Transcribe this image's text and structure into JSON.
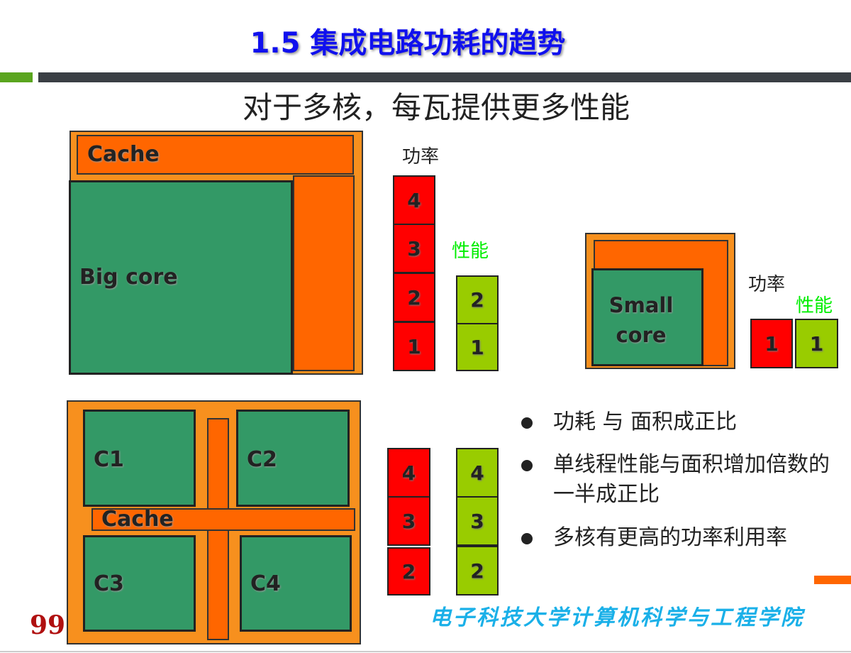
{
  "title": "1.5 集成电路功耗的趋势",
  "subtitle": "对于多核，每瓦提供更多性能",
  "big": {
    "cache": "Cache",
    "core": "Big core",
    "power_label": "功率",
    "perf_label": "性能",
    "power": [
      "4",
      "3",
      "2",
      "1"
    ],
    "perf": [
      "2",
      "1"
    ]
  },
  "small": {
    "core": "Small core",
    "power_label": "功率",
    "perf_label": "性能",
    "power": [
      "1"
    ],
    "perf": [
      "1"
    ]
  },
  "multi": {
    "cores": [
      "C1",
      "C2",
      "C3",
      "C4"
    ],
    "cache": "Cache",
    "power": [
      "4",
      "3",
      "2"
    ],
    "perf": [
      "4",
      "3",
      "2"
    ]
  },
  "bullets": [
    "功耗 与 面积成正比",
    "单线程性能与面积增加倍数的一半成正比",
    "多核有更高的功率利用率"
  ],
  "footer": "电子科技大学计算机科学与工程学院",
  "page_number": "99",
  "colors": {
    "title": "#1010ee",
    "power": "#ff0000",
    "perf": "#99cc00",
    "perf_label": "#00ee00",
    "core": "#339966",
    "cache": "#ff6600"
  }
}
